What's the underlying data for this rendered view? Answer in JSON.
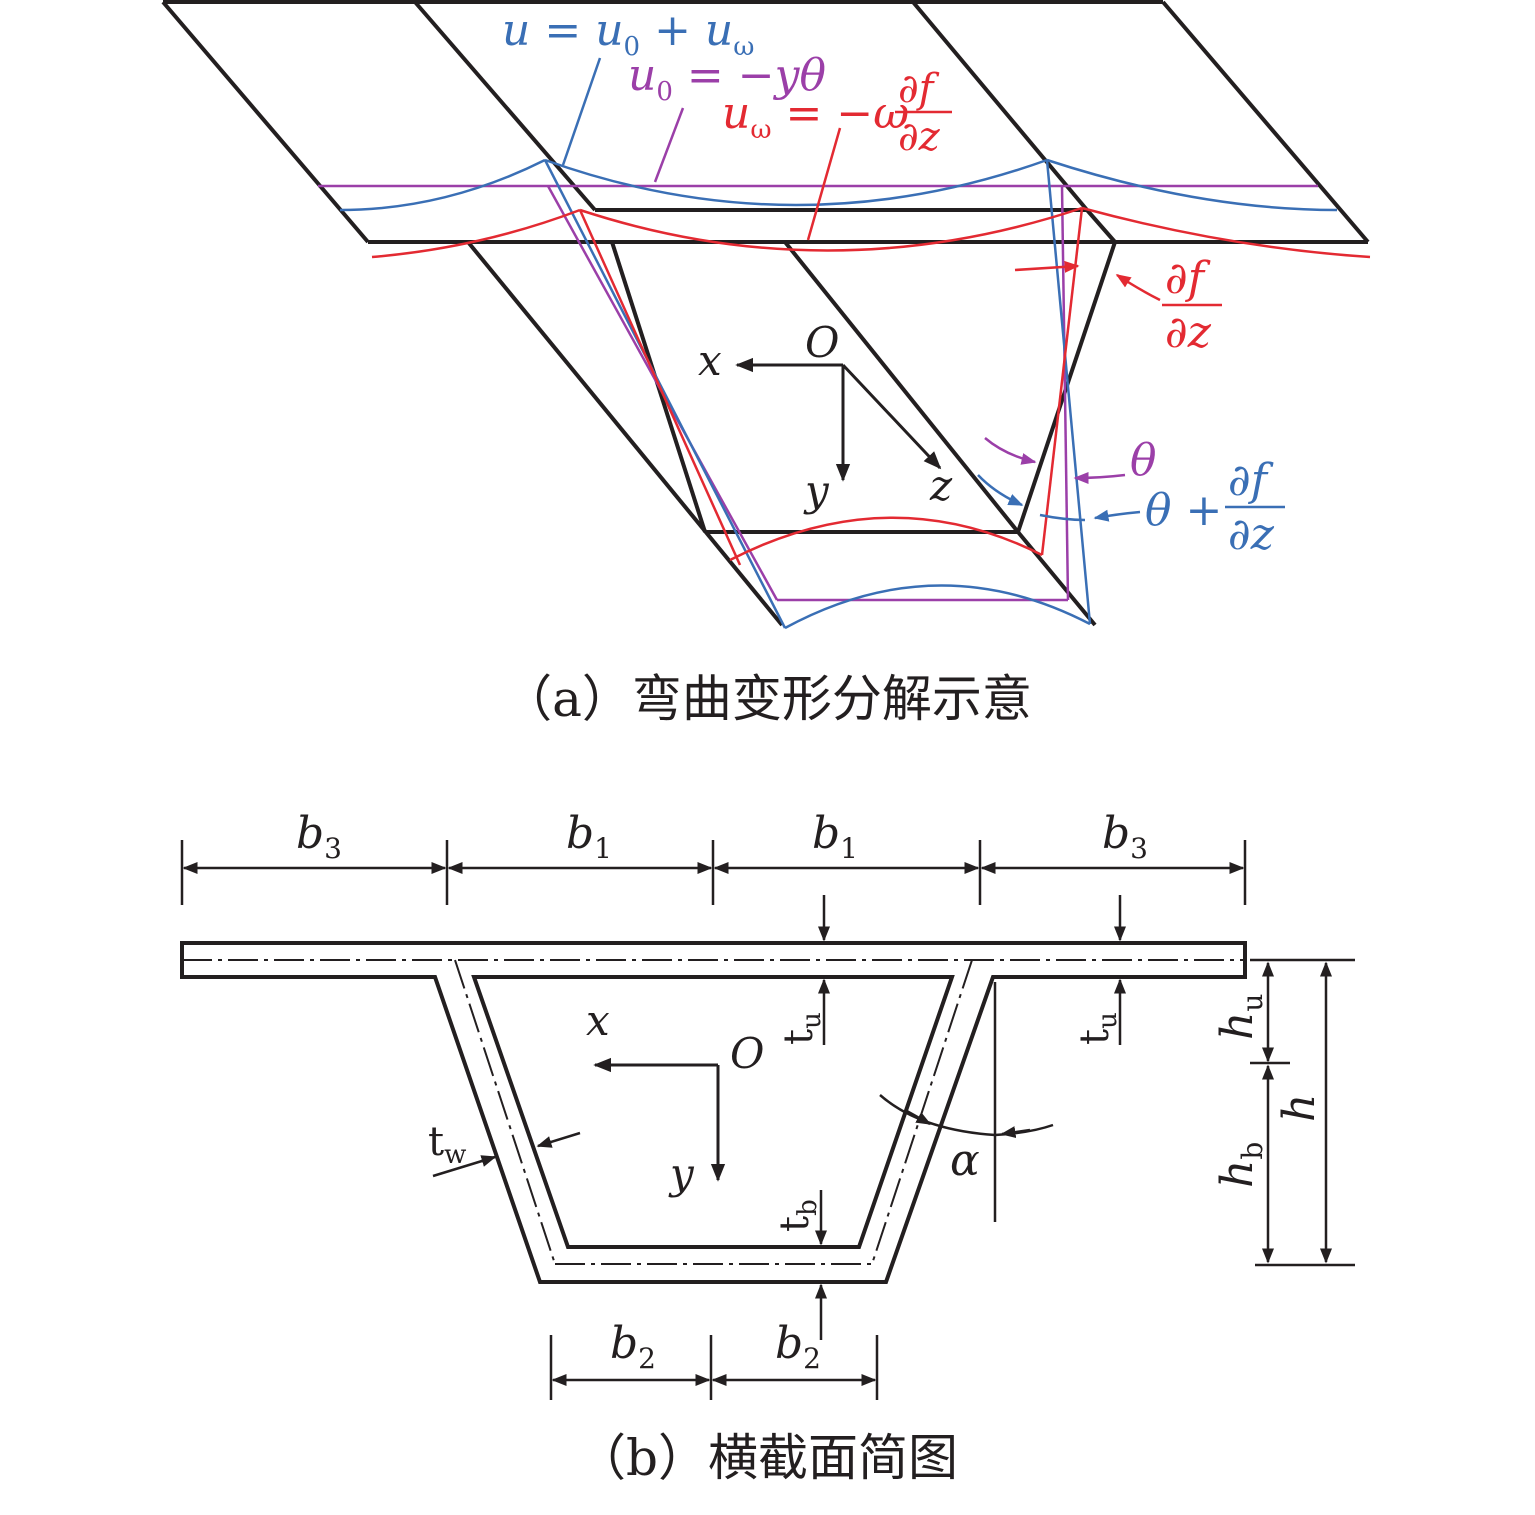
{
  "colors": {
    "black": "#231f20",
    "blue": "#3a6fb5",
    "purple": "#9b3fa8",
    "red": "#e32a32"
  },
  "part_a": {
    "caption": "（a）弯曲变形分解示意",
    "eq_u": {
      "lhs": "u",
      "eq": " = ",
      "u0": "u",
      "sub0": "0",
      "plus": " + ",
      "uw": "u",
      "subw": "ω"
    },
    "eq_u0": {
      "u": "u",
      "sub": "0",
      "rhs": " = −yθ"
    },
    "eq_uw": {
      "u": "u",
      "sub": "ω",
      "rhs": " = −ω"
    },
    "frac_num": "∂f",
    "frac_den": "∂z",
    "theta": "θ",
    "theta_plus": "θ + ",
    "axis_O": "O",
    "axis_x": "x",
    "axis_y": "y",
    "axis_z": "z"
  },
  "part_b": {
    "caption": "（b）横截面简图",
    "b3": "b",
    "sub3": "3",
    "b1": "b",
    "sub1": "1",
    "b2": "b",
    "sub2": "2",
    "tu": "t",
    "sub_u": "u",
    "tw": "t",
    "sub_w": "w",
    "tb": "t",
    "sub_b": "b",
    "hu": "h",
    "hb": "h",
    "h": "h",
    "alpha": "α",
    "axis_O": "O",
    "axis_x": "x",
    "axis_y": "y"
  }
}
